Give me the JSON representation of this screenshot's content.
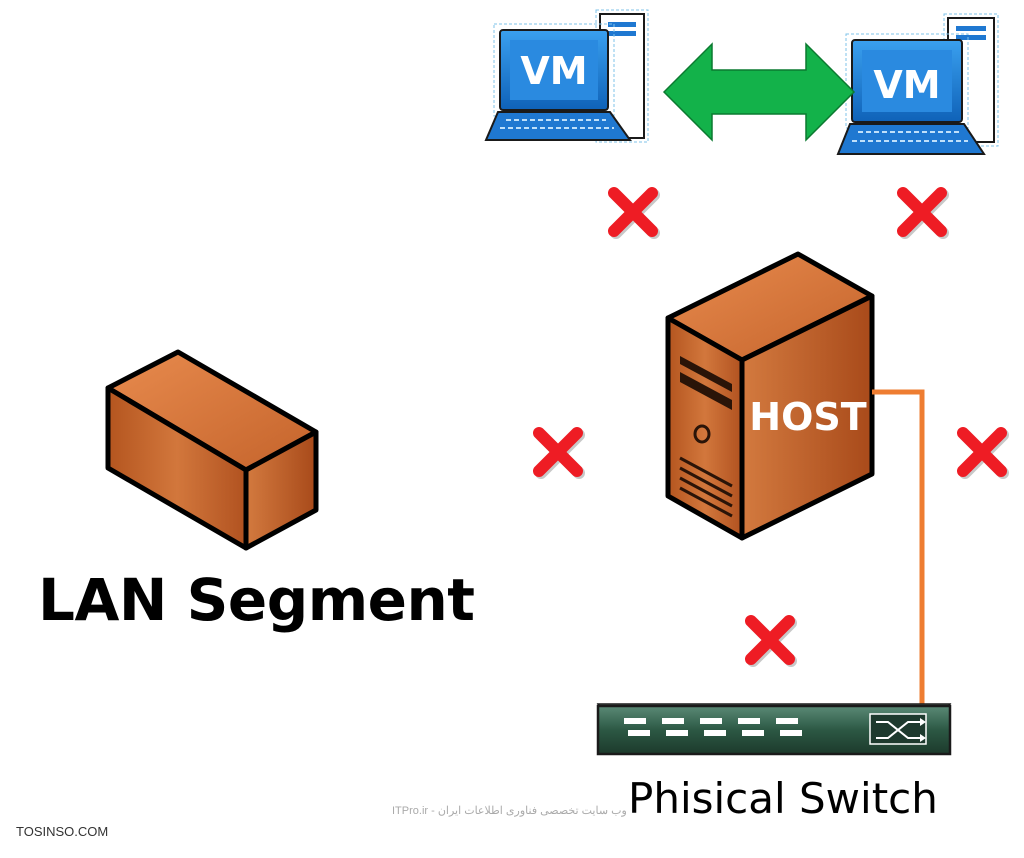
{
  "diagram": {
    "vm_left": {
      "label": "VM"
    },
    "vm_right": {
      "label": "VM"
    },
    "host": {
      "label": "HOST"
    },
    "lan_segment": {
      "label": "LAN Segment"
    },
    "physical_switch": {
      "label": "Phisical Switch"
    },
    "blocked_marks": 5,
    "colors": {
      "monitor_blue": "#1f78d1",
      "arrow_green": "#13b24a",
      "server_orange": "#c8622a",
      "link_orange": "#ee7d31",
      "x_red": "#ee1c24",
      "switch_green": "#2e5a46"
    }
  },
  "watermarks": {
    "site": "TOSINSO.COM",
    "itpro": "ITPro.ir - وب سایت تخصصی فناوری اطلاعات ایران"
  }
}
